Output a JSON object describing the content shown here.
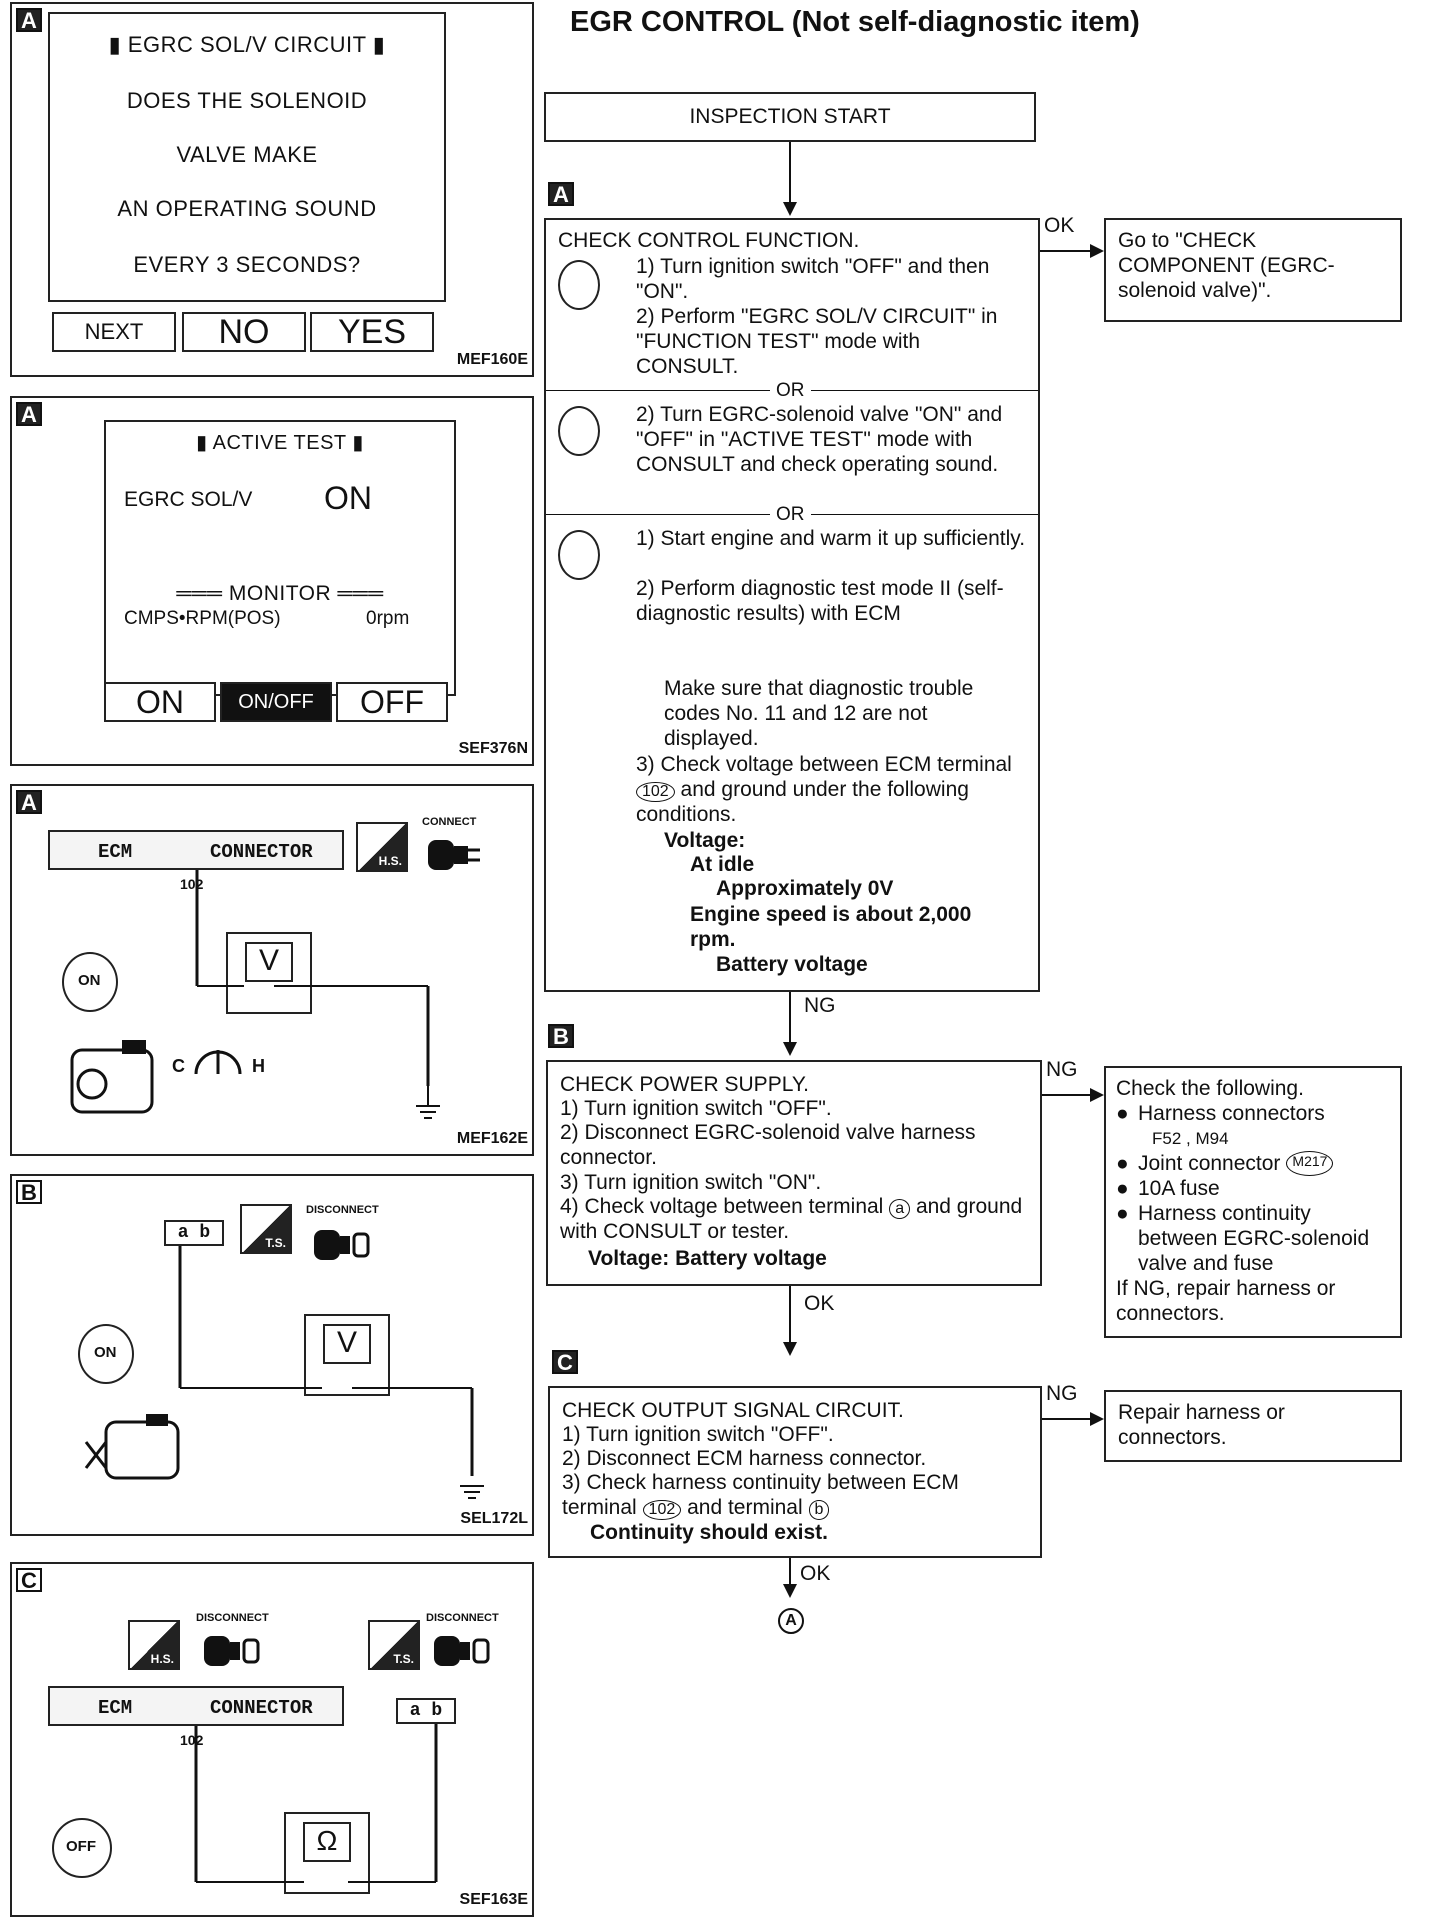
{
  "title": "EGR CONTROL (Not self-diagnostic item)",
  "panels": {
    "p1": {
      "tag": "A",
      "screen_lines": [
        "▮ EGRC SOL/V CIRCUIT ▮",
        "DOES THE SOLENOID",
        "VALVE MAKE",
        "AN OPERATING SOUND",
        "EVERY 3 SECONDS?"
      ],
      "buttons": [
        "NEXT",
        "NO",
        "YES"
      ],
      "code": "MEF160E"
    },
    "p2": {
      "tag": "A",
      "header": "▮ ACTIVE TEST ▮",
      "item": "EGRC SOL/V",
      "item_value": "ON",
      "monitor": "═══ MONITOR ═══",
      "monitor_item": "CMPS•RPM(POS)",
      "monitor_value": "0rpm",
      "buttons": [
        "ON",
        "ON/OFF",
        "OFF"
      ],
      "code": "SEF376N"
    },
    "p3": {
      "tag": "A",
      "ecm": "ECM",
      "connector": "CONNECTOR",
      "terminal": "102",
      "hs": "H.S.",
      "connect": "CONNECT",
      "meter": "V",
      "key": "ON",
      "cold": "C",
      "hot": "H",
      "code": "MEF162E"
    },
    "p4": {
      "tag": "B",
      "connector_pins": "a b",
      "ts": "T.S.",
      "disconnect": "DISCONNECT",
      "meter": "V",
      "key": "ON",
      "code": "SEL172L"
    },
    "p5": {
      "tag": "C",
      "hs": "H.S.",
      "ts": "T.S.",
      "disconnect": "DISCONNECT",
      "ecm": "ECM",
      "connector": "CONNECTOR",
      "terminal": "102",
      "connector_pins": "a b",
      "meter": "Ω",
      "key": "OFF",
      "code": "SEF163E"
    }
  },
  "flow": {
    "start": "INSPECTION START",
    "tag_a": "A",
    "check_a": {
      "title": "CHECK CONTROL FUNCTION.",
      "s1": "1) Turn ignition switch \"OFF\" and then \"ON\".",
      "s2": "2) Perform \"EGRC SOL/V CIRCUIT\" in \"FUNCTION TEST\" mode with CONSULT.",
      "or1": "OR",
      "s3": "2) Turn EGRC-solenoid valve \"ON\" and \"OFF\" in \"ACTIVE TEST\" mode with CONSULT and check operating sound.",
      "or2": "OR",
      "s4": "1) Start engine and warm it up sufficiently.",
      "s5": "2) Perform diagnostic test mode II (self-diagnostic results) with ECM",
      "s6": "Make sure that diagnostic trouble codes No. 11 and 12 are not displayed.",
      "s7a": "3) Check voltage between ECM terminal",
      "s7_term": "102",
      "s7b": "and ground under the following conditions.",
      "v_label": "Voltage:",
      "v_idle": "At idle",
      "v_idle_val": "Approximately 0V",
      "v_speed": "Engine speed is about 2,000 rpm.",
      "v_speed_val": "Battery voltage"
    },
    "ok_a": "OK",
    "result_a": "Go to \"CHECK COMPONENT (EGRC-solenoid valve)\".",
    "ng_a": "NG",
    "tag_b": "B",
    "check_b": {
      "title": "CHECK POWER SUPPLY.",
      "s1": "1) Turn ignition switch \"OFF\".",
      "s2": "2) Disconnect EGRC-solenoid valve harness connector.",
      "s3": "3) Turn ignition switch \"ON\".",
      "s4a": "4) Check voltage between terminal",
      "s4_term": "a",
      "s4b": "and ground with CONSULT or tester.",
      "voltage": "Voltage: Battery voltage"
    },
    "ng_b": "NG",
    "result_b": {
      "title": "Check the following.",
      "i1": "Harness connectors",
      "i1_refs": "F52 , M94",
      "i2": "Joint connector",
      "i2_ref": "M217",
      "i3": "10A fuse",
      "i4": "Harness continuity between EGRC-solenoid valve and fuse",
      "footer": "If NG, repair harness or connectors."
    },
    "ok_b": "OK",
    "tag_c": "C",
    "check_c": {
      "title": "CHECK OUTPUT SIGNAL CIRCUIT.",
      "s1": "1) Turn ignition switch \"OFF\".",
      "s2": "2) Disconnect ECM harness connector.",
      "s3a": "3) Check harness continuity between ECM terminal",
      "s3_term1": "102",
      "s3b": "and terminal",
      "s3_term2": "b",
      "continuity": "Continuity should exist."
    },
    "ng_c": "NG",
    "result_c": "Repair harness or connectors.",
    "ok_c": "OK",
    "end": "A"
  }
}
